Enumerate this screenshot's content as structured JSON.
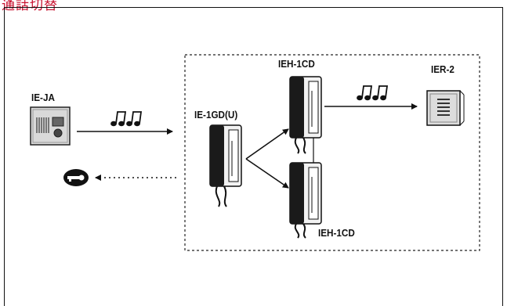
{
  "header": {
    "title_fragment": "通話切替"
  },
  "devices": {
    "entrance_station": {
      "label": "IE-JA",
      "icon": "door-station-icon"
    },
    "master_station": {
      "label": "IE-1GD(U)",
      "icon": "handset-station-icon"
    },
    "sub_station_top": {
      "label": "IEH-1CD",
      "icon": "handset-station-icon"
    },
    "sub_station_bottom": {
      "label": "IEH-1CD",
      "icon": "handset-station-icon"
    },
    "external_speaker": {
      "label": "IER-2",
      "icon": "speaker-box-icon"
    }
  },
  "symbols": {
    "chime_left": "music-notes-icon",
    "chime_right": "music-notes-icon",
    "door_release": "key-icon"
  }
}
